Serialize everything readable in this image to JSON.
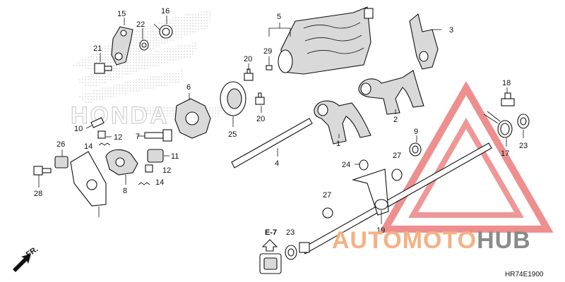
{
  "labels": {
    "l1": "1",
    "l2": "2",
    "l3": "3",
    "l4": "4",
    "l5": "5",
    "l6": "6",
    "l7": "7",
    "l8": "8",
    "l9": "9",
    "l10": "10",
    "l11": "11",
    "l12a": "12",
    "l12b": "12",
    "l14a": "14",
    "l14b": "14",
    "l15": "15",
    "l16": "16",
    "l17": "17",
    "l18": "18",
    "l19": "19",
    "l20a": "20",
    "l20b": "20",
    "l21": "21",
    "l22": "22",
    "l23a": "23",
    "l23b": "23",
    "l24": "24",
    "l25": "25",
    "l26": "26",
    "l27a": "27",
    "l27b": "27",
    "l28": "28",
    "l29": "29"
  },
  "ref_section": "E-7",
  "front_marker": "FR.",
  "diagram_code": "HR74E1900",
  "background_brand": "HONDA",
  "watermark": {
    "part1": "AUTOMOTO",
    "part2": "HUB",
    "color1": "#f4b183",
    "color2": "#8a8a8a",
    "triangle_color": "#e86a6a"
  }
}
